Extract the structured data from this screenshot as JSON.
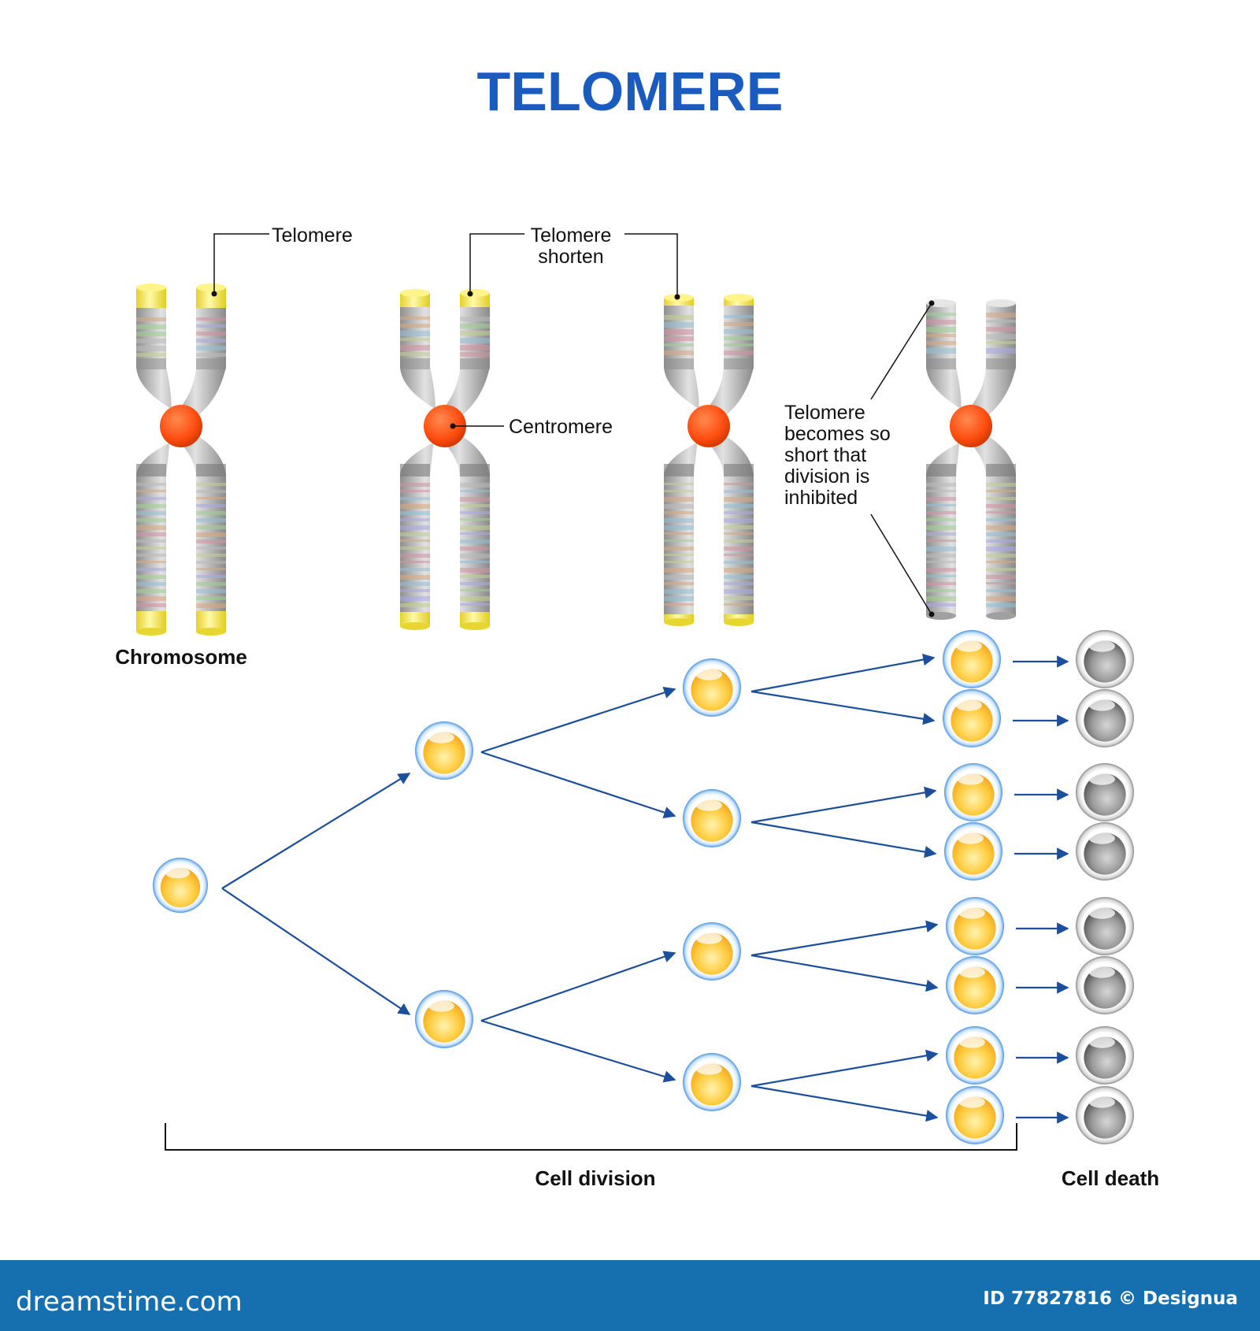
{
  "title": "TELOMERE",
  "labels": {
    "telomere": "Telomere",
    "telomere_shorten_1": "Telomere",
    "telomere_shorten_2": "shorten",
    "centromere": "Centromere",
    "inhibited": [
      "Telomere",
      "becomes so",
      "short that",
      "division is",
      "inhibited"
    ],
    "chromosome": "Chromosome",
    "cell_division": "Cell division",
    "cell_death": "Cell death"
  },
  "footer": {
    "brand": "dreamstime.com",
    "id_credit": "ID 77827816 © Designua"
  },
  "colors": {
    "title": "#1a5bbf",
    "telomere_cap": "#f4e84a",
    "centromere": "#ff4d10",
    "arrow": "#1b4f9c",
    "footer_bar": "#1670b0",
    "living_cell": "#f7b733",
    "dead_cell": "#8a8a8a"
  }
}
